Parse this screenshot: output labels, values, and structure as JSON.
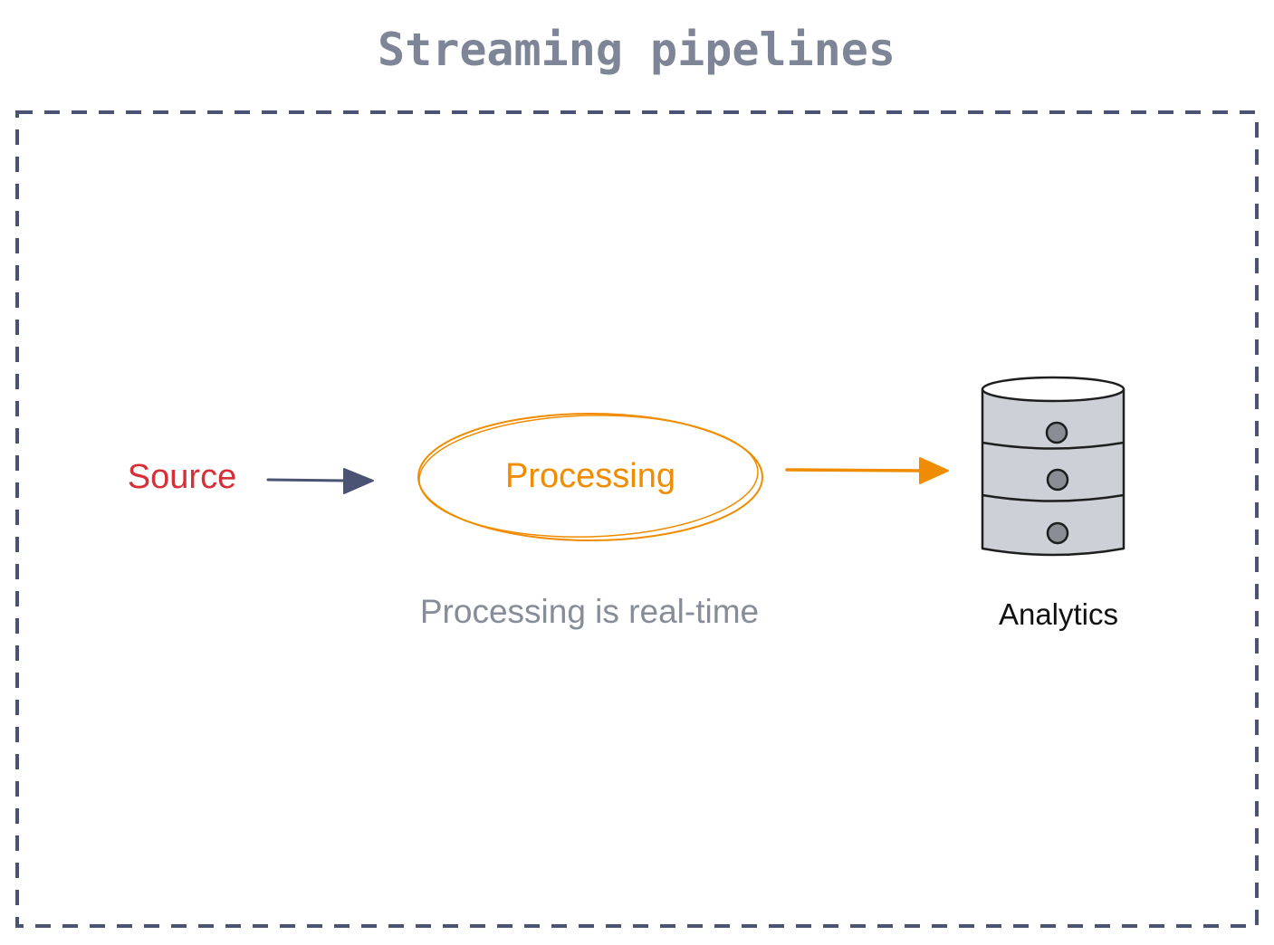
{
  "title": "Streaming pipelines",
  "nodes": {
    "source": {
      "label": "Source"
    },
    "processing": {
      "label": "Processing",
      "caption": "Processing is real-time"
    },
    "analytics": {
      "label": "Analytics"
    }
  },
  "colors": {
    "title": "#7d8597",
    "frame": "#4a5373",
    "source": "#d62f37",
    "processing": "#f08c00",
    "caption": "#878c99",
    "analytics_label": "#111111",
    "arrow_source": "#4a5373",
    "arrow_processing": "#f08c00",
    "database_fill": "#cdd1d7",
    "database_stroke": "#1e1e1e",
    "database_knob": "#8a8e94"
  }
}
